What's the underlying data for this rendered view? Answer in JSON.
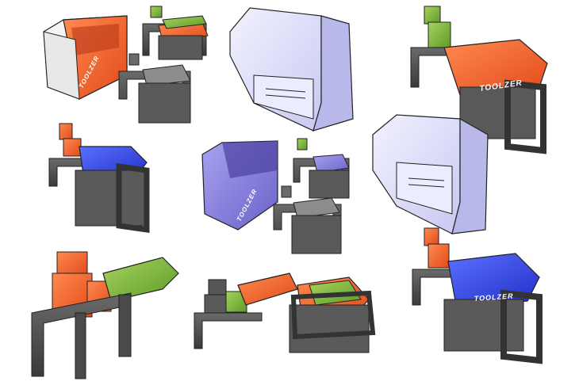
{
  "sheet": {
    "background": "#ffffff",
    "brand_mark": "TOOLZER"
  },
  "palette": {
    "orange": "#f05a28",
    "green": "#7cb342",
    "blue": "#3a4fe0",
    "violet": "#8a84d8",
    "lavender": "#dcdcf8",
    "charcoal": "#4a4a4a",
    "steel": "#8c8c8c",
    "line": "#2a2a2a"
  },
  "sketches": [
    {
      "id": "enclosure-orange",
      "color": "orange",
      "shows_brand": true
    },
    {
      "id": "shredder-green-small",
      "color": "green"
    },
    {
      "id": "shredder-gray-small",
      "color": "steel"
    },
    {
      "id": "enclosure-lavender-open",
      "color": "lavender"
    },
    {
      "id": "shredder-orange-large",
      "color": "orange",
      "shows_brand": true
    },
    {
      "id": "shredder-blue",
      "color": "blue"
    },
    {
      "id": "enclosure-violet",
      "color": "violet",
      "shows_brand": true
    },
    {
      "id": "shredder-violet-small",
      "color": "violet"
    },
    {
      "id": "shredder-gray-small-2",
      "color": "steel"
    },
    {
      "id": "enclosure-lavender-tall",
      "color": "lavender"
    },
    {
      "id": "motor-orange-green-tube",
      "color": "orange"
    },
    {
      "id": "shredder-orange-green-bin",
      "color": "orange"
    },
    {
      "id": "shredder-blue-large",
      "color": "blue",
      "shows_brand": true
    }
  ]
}
